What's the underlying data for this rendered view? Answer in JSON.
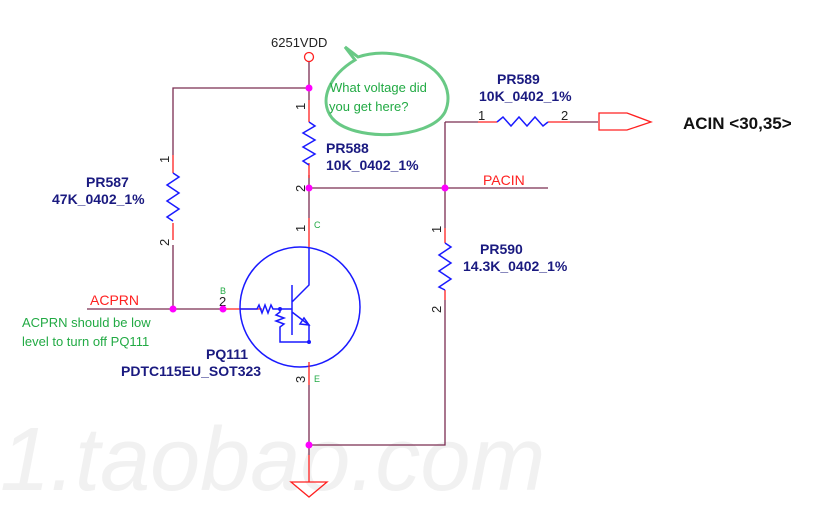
{
  "power_net": "6251VDD",
  "bubble_note": [
    "What voltage did",
    "you get here?"
  ],
  "resistors": [
    {
      "ref": "PR587",
      "value": "47K_0402_1%",
      "pin1": "1",
      "pin2": "2"
    },
    {
      "ref": "PR588",
      "value": "10K_0402_1%",
      "pin1": "1",
      "pin2": "2"
    },
    {
      "ref": "PR589",
      "value": "10K_0402_1%",
      "pin1": "1",
      "pin2": "2"
    },
    {
      "ref": "PR590",
      "value": "14.3K_0402_1%",
      "pin1": "1",
      "pin2": "2"
    }
  ],
  "transistor": {
    "ref": "PQ111",
    "part": "PDTC115EU_SOT323",
    "pin_c": "1",
    "pin_b": "2",
    "pin_e": "3",
    "label_c": "C",
    "label_b": "B",
    "label_e": "E"
  },
  "nets": {
    "acprn": "ACPRN",
    "pacin": "PACIN"
  },
  "offpage": {
    "label": "ACIN  <30,35>"
  },
  "acprn_note": [
    "ACPRN should be low",
    "level to turn off PQ111"
  ],
  "watermark": "1.taobao.com",
  "colors": {
    "wire": "#7b2d52",
    "lead": "#ff2020",
    "component": "#1a1aff",
    "node": "#ff00ff",
    "note": "#22aa44"
  }
}
